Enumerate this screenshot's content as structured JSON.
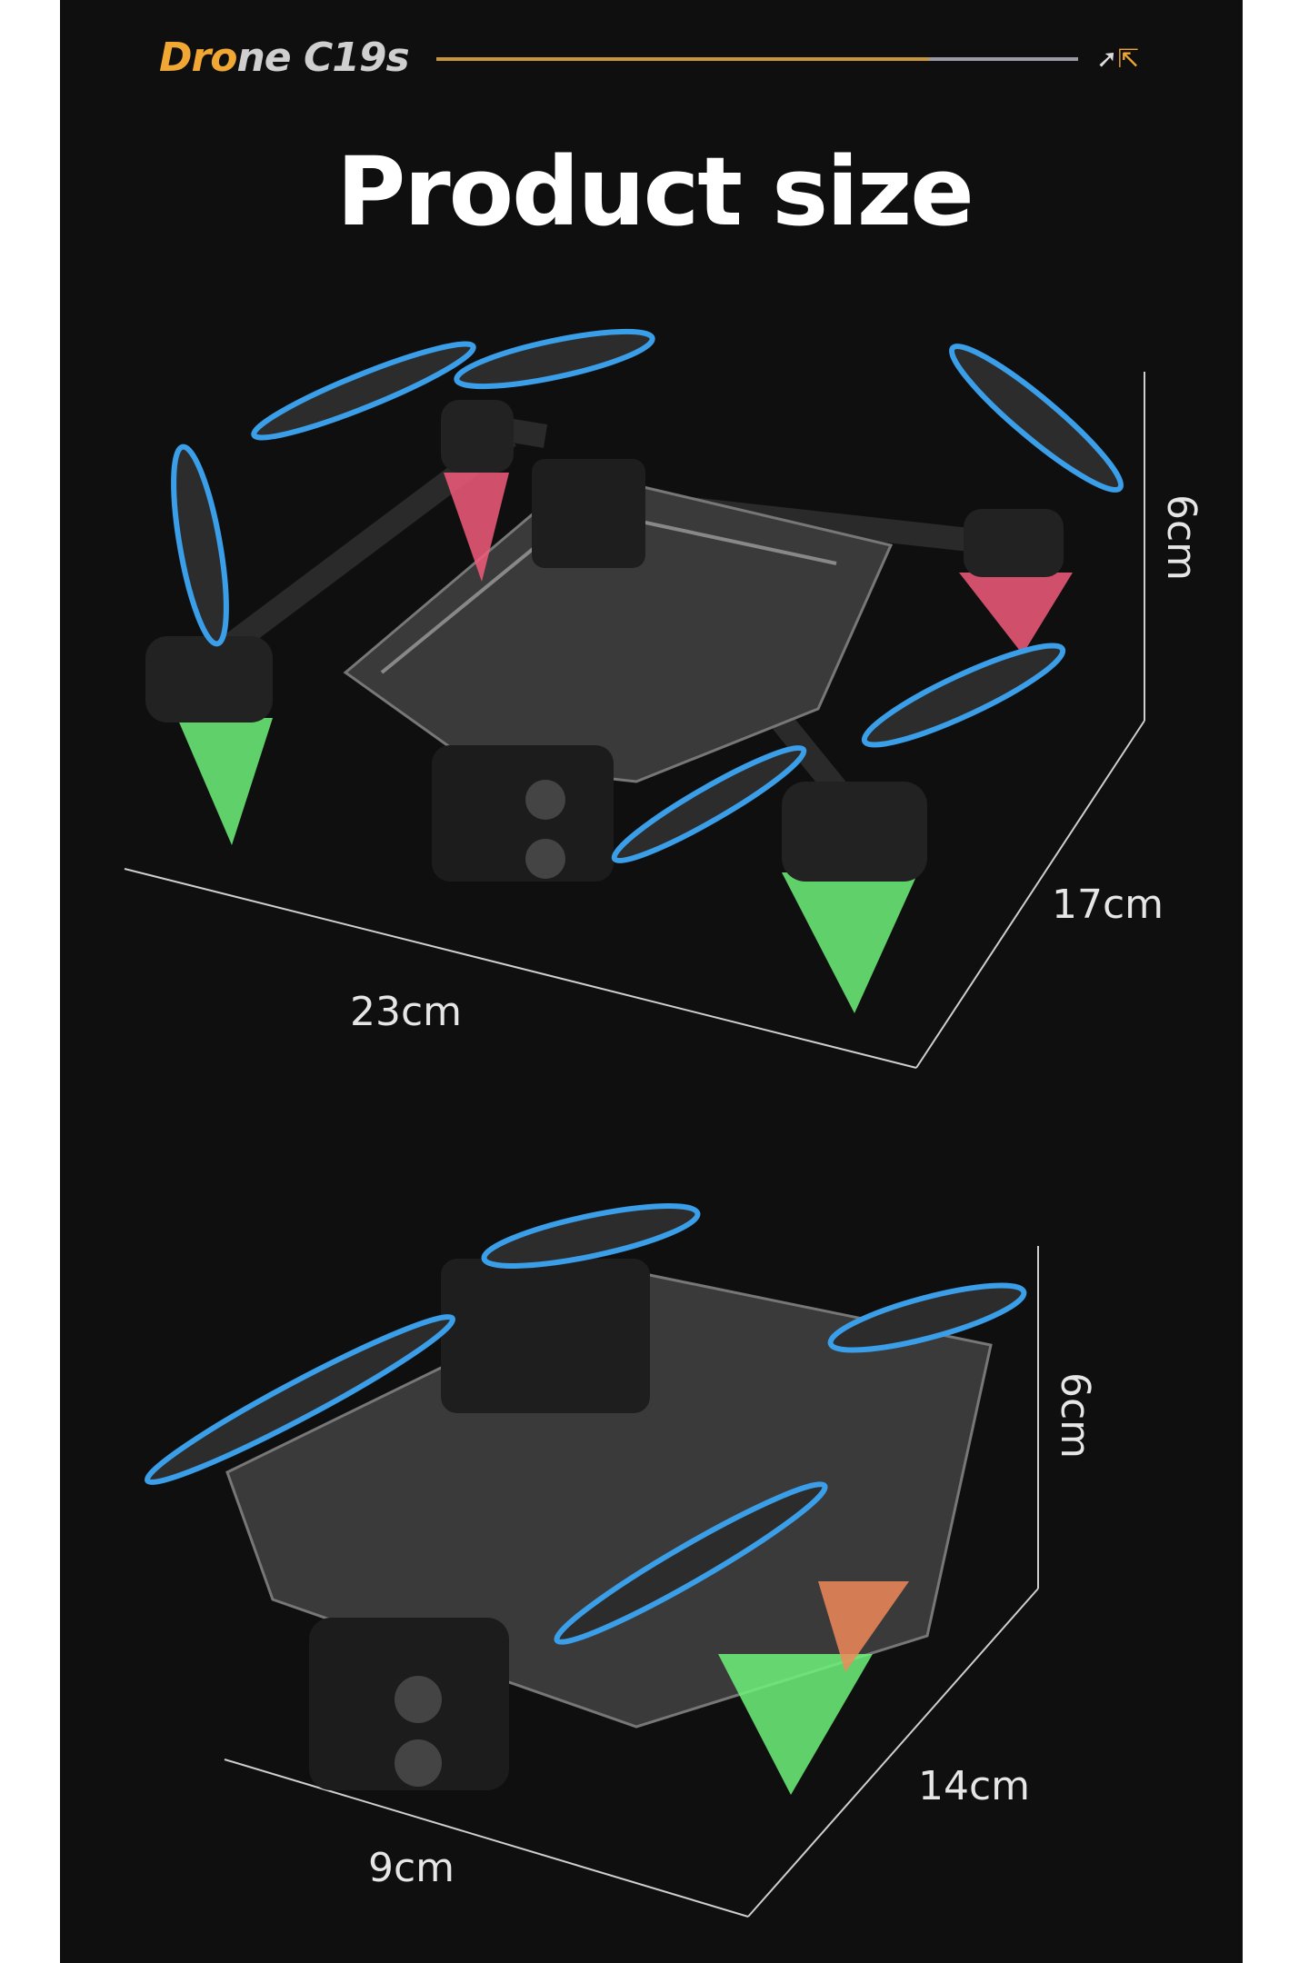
{
  "header": {
    "brand_highlight": "Dro",
    "brand_rest": "ne C19s",
    "icons": [
      "arrow-icon",
      "share-icon"
    ]
  },
  "title": "Product size",
  "unfolded": {
    "height": "6cm",
    "depth": "17cm",
    "width": "23cm"
  },
  "folded": {
    "height": "6cm",
    "depth": "14cm",
    "width": "9cm"
  },
  "colors": {
    "accent": "#f0a733",
    "background": "#0f0f0f",
    "propeller_tip": "#3a9ee8",
    "led_green": "#6ef27a",
    "led_pink": "#f25a7a"
  }
}
